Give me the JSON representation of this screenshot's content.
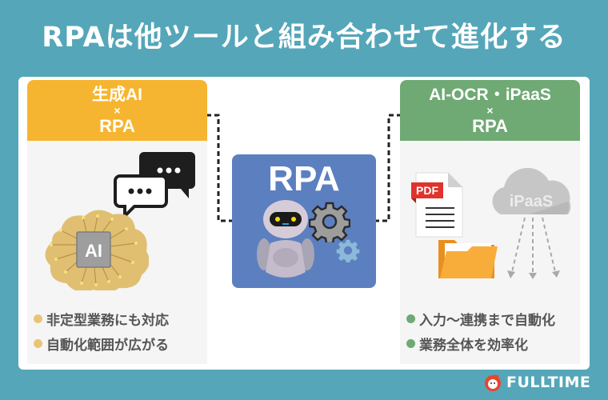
{
  "title": "RPAは他ツールと組み合わせて進化する",
  "colors": {
    "background": "#55a6b9",
    "left_accent": "#f6b530",
    "right_accent": "#6fa974",
    "rpa_box": "#5c7fc0",
    "bullet_text": "#555555"
  },
  "left_card": {
    "header_line1": "生成AI",
    "header_times": "×",
    "header_line2": "RPA",
    "illustration": [
      "chat-bubbles-icon",
      "ai-brain-chip-icon"
    ],
    "chip_label": "AI",
    "bullets": [
      "非定型業務にも対応",
      "自動化範囲が広がる"
    ]
  },
  "center": {
    "label": "RPA",
    "illustration": [
      "robot-icon",
      "gear-icon",
      "small-gear-icon"
    ]
  },
  "right_card": {
    "header_line1": "AI-OCR・iPaaS",
    "header_times": "×",
    "header_line2": "RPA",
    "illustration": [
      "pdf-document-icon",
      "folder-icon",
      "cloud-icon"
    ],
    "pdf_label": "PDF",
    "cloud_label": "iPaaS",
    "bullets": [
      "入力～連携まで自動化",
      "業務全体を効率化"
    ]
  },
  "logo": {
    "text": "FULLTIME"
  }
}
